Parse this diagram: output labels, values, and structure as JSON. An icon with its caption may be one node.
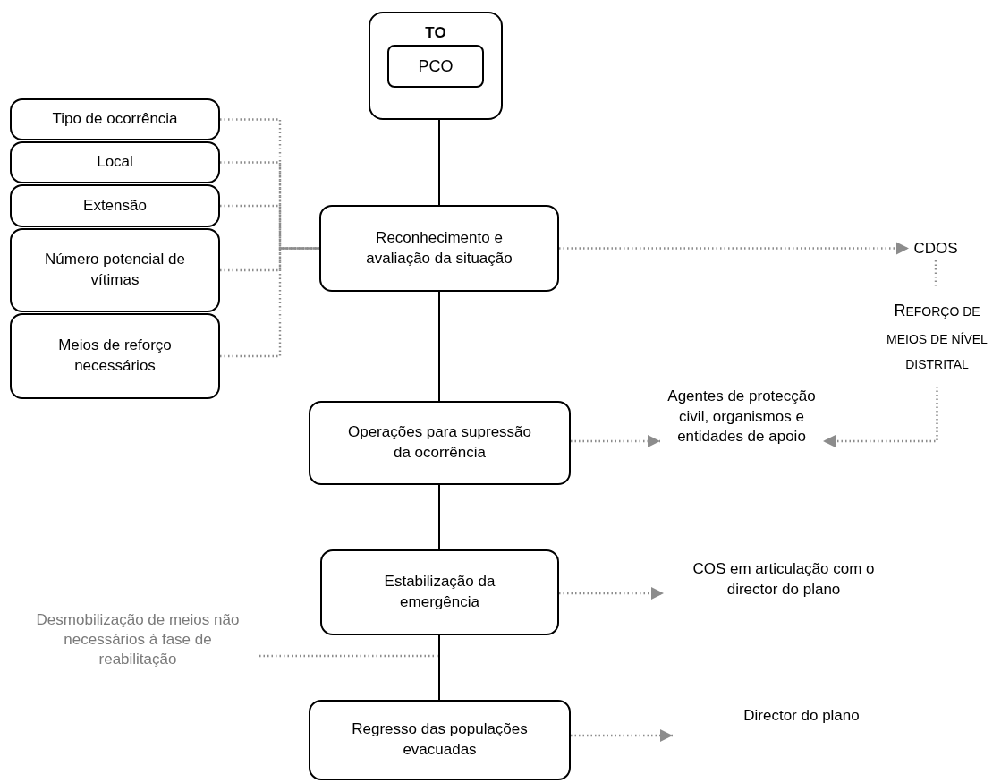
{
  "diagram": {
    "nodes": [
      {
        "text": [
          "TO"
        ]
      },
      {
        "text": [
          "PCO"
        ],
        "in": 0
      },
      {
        "text": [
          "Tipo de ocorrência"
        ]
      },
      {
        "text": [
          "Local"
        ]
      },
      {
        "text": [
          "Extensão"
        ]
      },
      {
        "text": [
          "Número potencial de vítimas"
        ]
      },
      {
        "text": [
          "Meios de reforço necessários"
        ]
      },
      {
        "text": [
          "Reconhecimento e avaliação da situação"
        ]
      },
      {
        "text": [
          "CDOS"
        ]
      },
      {
        "text": [
          "REFORÇO DE MEIOS DE NÍVEL DISTRITAL"
        ]
      },
      {
        "text": [
          "Operações para supressão da ocorrência"
        ]
      },
      {
        "text": [
          "Agentes de protecção civil, organismos e entidades de apoio"
        ]
      },
      {
        "text": [
          "Estabilização da emergência"
        ]
      },
      {
        "text": [
          "COS em articulação com o director do plano"
        ]
      },
      {
        "text": [
          "Desmobilização de meios não necessários à fase de reabilitação"
        ]
      },
      {
        "text": [
          "Regresso das populações evacuadas"
        ]
      },
      {
        "text": [
          "Director do plano"
        ]
      }
    ],
    "edges": [
      {
        "from": 0,
        "to": 7,
        "arrow": "none",
        "color": "#000000"
      },
      {
        "from": 2,
        "to": 7,
        "arrow": "none",
        "style": "dashed"
      },
      {
        "from": 3,
        "to": 7,
        "arrow": "none",
        "style": "dashed"
      },
      {
        "from": 4,
        "to": 7,
        "arrow": "none",
        "style": "dashed"
      },
      {
        "from": 5,
        "to": 7,
        "arrow": "none",
        "style": "dashed"
      },
      {
        "from": 6,
        "to": 7,
        "arrow": "none",
        "style": "dashed"
      },
      {
        "from": 7,
        "to": 8,
        "arrow": "to",
        "style": "dashed"
      },
      {
        "from": 8,
        "to": 9,
        "arrow": "none",
        "style": "dashed"
      },
      {
        "from": 9,
        "to": 11,
        "arrow": "to",
        "style": "dashed"
      },
      {
        "from": 7,
        "to": 10,
        "arrow": "none",
        "color": "#000000"
      },
      {
        "from": 10,
        "to": 11,
        "arrow": "to",
        "style": "dashed"
      },
      {
        "from": 10,
        "to": 12,
        "arrow": "none",
        "color": "#000000"
      },
      {
        "from": 12,
        "to": 13,
        "arrow": "to",
        "style": "dashed"
      },
      {
        "from": 12,
        "to": 15,
        "arrow": "none",
        "color": "#000000"
      },
      {
        "from": 14,
        "to": null,
        "arrow": "none",
        "style": "dashed"
      },
      {
        "from": 15,
        "to": 16,
        "arrow": "to",
        "style": "dashed"
      }
    ]
  }
}
